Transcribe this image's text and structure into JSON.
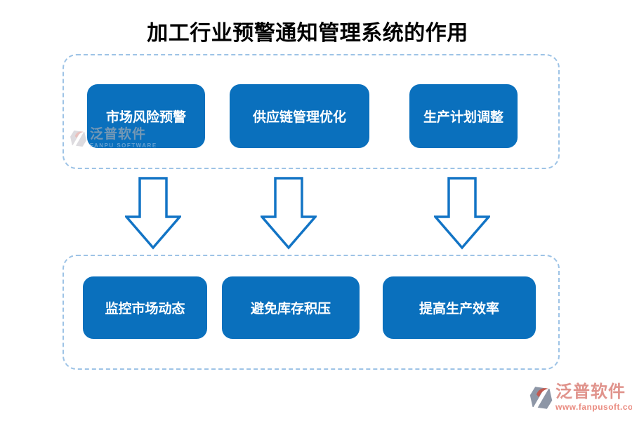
{
  "title": "加工行业预警通知管理系统的作用",
  "groups": {
    "causes": {
      "boxes": [
        {
          "label": "市场风险预警"
        },
        {
          "label": "供应链管理优化"
        },
        {
          "label": "生产计划调整"
        }
      ]
    },
    "effects": {
      "boxes": [
        {
          "label": "监控市场动态"
        },
        {
          "label": "避免库存积压"
        },
        {
          "label": "提高生产效率"
        }
      ]
    }
  },
  "watermark": {
    "brand": "泛普软件",
    "brand_en": "FANPU SOFTWARE"
  },
  "footer": {
    "brand": "泛普软件",
    "url": "www.fanpusoft.com"
  },
  "colors": {
    "box_fill": "#0a70bd",
    "box_text": "#ffffff",
    "arrow_stroke": "#1274c5",
    "dashed_border": "#9dc3e6",
    "title_text": "#000000",
    "brand_red": "#e0938c",
    "brand_gray": "#8d96a6",
    "logo_crescent": "#c25a50"
  }
}
